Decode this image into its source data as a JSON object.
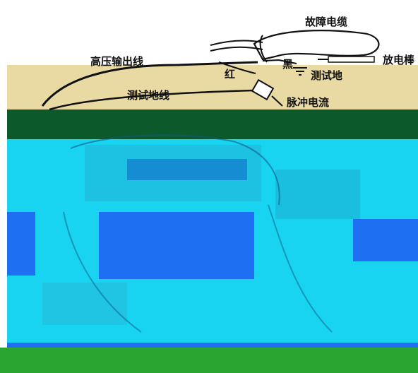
{
  "diagram": {
    "labels": {
      "fault_cable": "故障电缆",
      "hv_output": "高压输出线",
      "red": "红",
      "black": "黑",
      "test_ground": "测试地",
      "capacitor": "放电棒",
      "test_ground_wire": "测试地线",
      "pulse_current": "脉冲电流"
    },
    "colors": {
      "tan": "#e9d9a3",
      "dark_green": "#0c5a2c",
      "cyan": "#19d4f0",
      "blue": "#1f6ff2",
      "green": "#2aa531",
      "white": "#ffffff"
    }
  }
}
